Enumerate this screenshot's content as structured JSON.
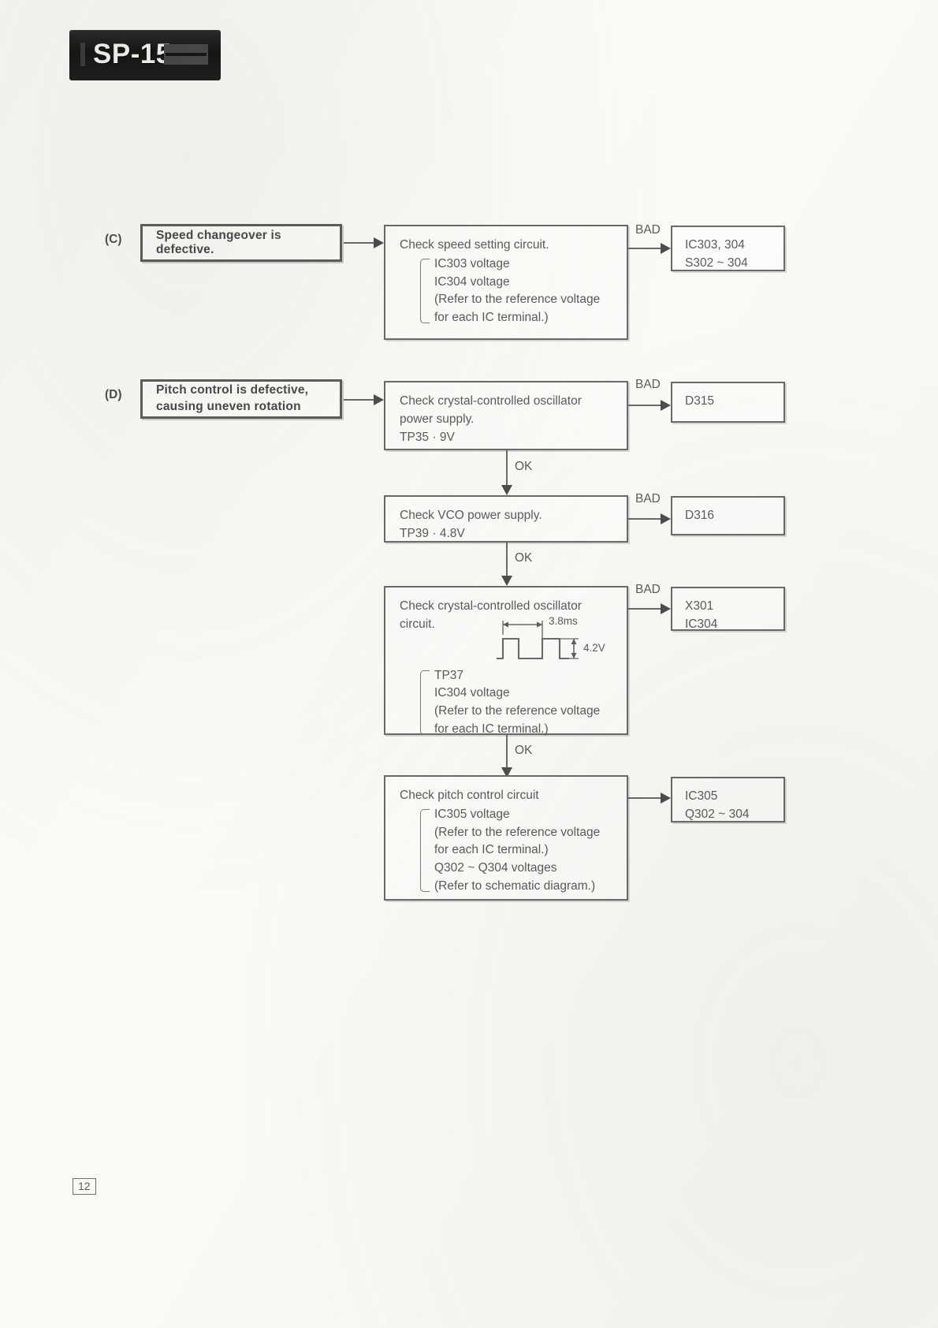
{
  "header": {
    "badge_label": "SP-15"
  },
  "page": {
    "number": "12"
  },
  "sections": [
    {
      "key": "(C)",
      "symptom": "Speed changeover is defective.",
      "steps": [
        {
          "heading": "Check speed setting circuit.",
          "items": [
            "IC303 voltage",
            "IC304 voltage",
            "(Refer to the reference voltage",
            "for each IC terminal.)"
          ],
          "branch_label": "BAD",
          "result_lines": [
            "IC303, 304",
            "S302 ~ 304"
          ],
          "next_label": ""
        }
      ]
    },
    {
      "key": "(D)",
      "symptom_line1": "Pitch control is defective,",
      "symptom_line2": "causing uneven rotation",
      "steps": [
        {
          "heading_lines": [
            "Check crystal-controlled oscillator",
            "power supply.",
            "TP35 · 9V"
          ],
          "items": [],
          "branch_label": "BAD",
          "result_lines": [
            "D315"
          ],
          "next_label": "OK"
        },
        {
          "heading_lines": [
            "Check VCO power supply.",
            "TP39 · 4.8V"
          ],
          "items": [],
          "branch_label": "BAD",
          "result_lines": [
            "D316"
          ],
          "next_label": "OK"
        },
        {
          "heading_lines": [
            "Check crystal-controlled oscillator",
            "circuit."
          ],
          "items": [
            "TP37",
            "IC304 voltage",
            "(Refer to the reference voltage",
            "for each IC terminal.)"
          ],
          "branch_label": "BAD",
          "result_lines": [
            "X301",
            "IC304"
          ],
          "next_label": "OK",
          "waveform": {
            "period_label": "3.8ms",
            "amplitude_label": "4.2V"
          }
        },
        {
          "heading_lines": [
            "Check pitch control circuit"
          ],
          "items": [
            "IC305 voltage",
            "(Refer to the reference voltage",
            "for each IC terminal.)",
            "Q302 ~ Q304 voltages",
            "(Refer to schematic diagram.)"
          ],
          "branch_label": "",
          "result_lines": [
            "IC305",
            "Q302 ~ 304"
          ],
          "next_label": ""
        }
      ]
    }
  ]
}
